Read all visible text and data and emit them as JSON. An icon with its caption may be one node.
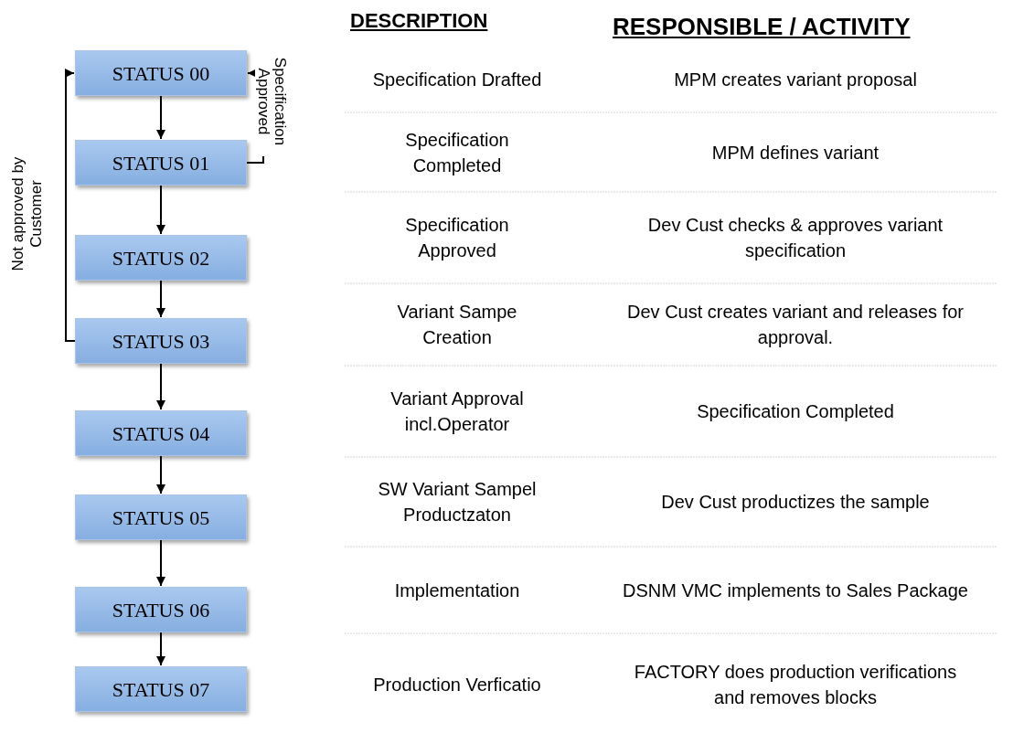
{
  "diagram": {
    "nodes": [
      {
        "text": [
          "STATUS 00"
        ]
      },
      {
        "text": [
          "STATUS 01"
        ]
      },
      {
        "text": [
          "STATUS 02"
        ]
      },
      {
        "text": [
          "STATUS 03"
        ]
      },
      {
        "text": [
          "STATUS 04"
        ]
      },
      {
        "text": [
          "STATUS 05"
        ]
      },
      {
        "text": [
          "STATUS 06"
        ]
      },
      {
        "text": [
          "STATUS 07"
        ]
      }
    ],
    "edges": [
      {
        "from": 0,
        "to": 1,
        "arrow": "to"
      },
      {
        "from": 1,
        "to": 2,
        "arrow": "to"
      },
      {
        "from": 2,
        "to": 3,
        "arrow": "to"
      },
      {
        "from": 3,
        "to": 4,
        "arrow": "to"
      },
      {
        "from": 4,
        "to": 5,
        "arrow": "to"
      },
      {
        "from": 5,
        "to": 6,
        "arrow": "to"
      },
      {
        "from": 6,
        "to": 7,
        "arrow": "to"
      },
      {
        "from": 1,
        "to": 0,
        "arrow": "to",
        "label": "Specification Approved"
      },
      {
        "from": 3,
        "to": 0,
        "arrow": "to",
        "label": "Not approved by Customer"
      }
    ],
    "labels": [
      "DESCRIPTION",
      "RESPONSIBLE / ACTIVITY",
      "Specification Drafted",
      "MPM creates variant proposal",
      "Specification Completed",
      "MPM defines variant",
      "Specification Approved",
      "Dev Cust checks & approves variant specification",
      "Variant Sampe Creation",
      "Dev Cust creates variant and releases for approval.",
      "Variant Approval incl.Operator",
      "Specification Completed",
      "SW Variant Sampel Productzaton",
      "Dev Cust productizes the sample",
      "Implementation",
      "DSNM VMC implements to Sales Package",
      "Production Verficatio",
      "FACTORY does production verifications and removes blocks"
    ]
  }
}
